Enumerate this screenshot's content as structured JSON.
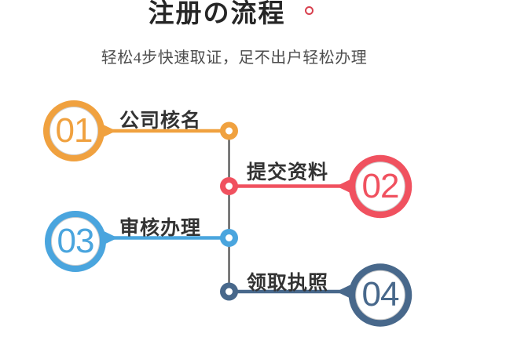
{
  "header": {
    "title": "注册の流程",
    "subtitle": "轻松4步快速取证，足不出户轻松办理",
    "decoration_color": "#D8404E"
  },
  "steps": [
    {
      "number": "01",
      "label": "公司核名",
      "color": "#F0A13F",
      "side": "left"
    },
    {
      "number": "02",
      "label": "提交资料",
      "color": "#F0515F",
      "side": "right"
    },
    {
      "number": "03",
      "label": "审核办理",
      "color": "#4AA5DE",
      "side": "left"
    },
    {
      "number": "04",
      "label": "领取执照",
      "color": "#48688B",
      "side": "right"
    }
  ],
  "colors": {
    "background": "#FFFFFF",
    "spine": "#3C3C3C",
    "label_text": "#333333",
    "title_text": "#262626",
    "subtitle_text": "#4D4D4D"
  }
}
